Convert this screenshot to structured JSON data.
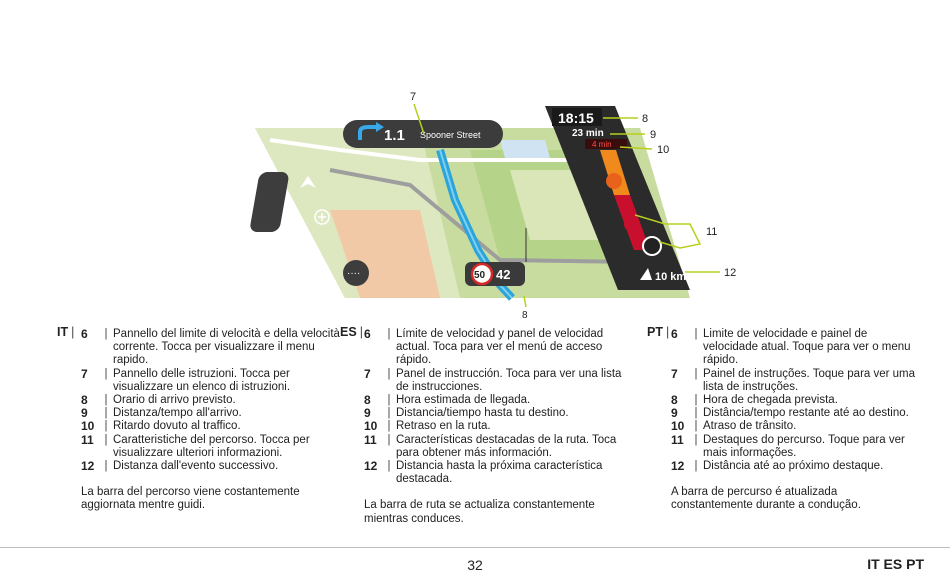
{
  "figure": {
    "instruction_distance": "1.1",
    "street_name": "Spooner Street",
    "eta": "18:15",
    "remaining": "23 min",
    "delay": "4 min",
    "speed_limit": "50",
    "current_speed": "42",
    "next_event_distance": "10 km",
    "callouts": [
      "7",
      "8",
      "9",
      "10",
      "11",
      "12",
      "8"
    ]
  },
  "columns": [
    {
      "lang": "IT",
      "items": [
        {
          "num": "6",
          "text": "Pannello del limite di velocità e della velocità corrente. Tocca per visualizzare il menu rapido."
        },
        {
          "num": "7",
          "text": "Pannello delle istruzioni. Tocca per visualizzare un elenco di istruzioni."
        },
        {
          "num": "8",
          "text": "Orario di arrivo previsto."
        },
        {
          "num": "9",
          "text": "Distanza/tempo all'arrivo."
        },
        {
          "num": "10",
          "text": "Ritardo dovuto al traffico."
        },
        {
          "num": "11",
          "text": "Caratteristiche del percorso. Tocca per visualizzare ulteriori informazioni."
        },
        {
          "num": "12",
          "text": "Distanza dall'evento successivo."
        }
      ],
      "note": "La barra del percorso viene costantemente aggiornata mentre guidi."
    },
    {
      "lang": "ES",
      "items": [
        {
          "num": "6",
          "text": "Límite de velocidad y panel de velocidad actual. Toca para ver el menú de acceso rápido."
        },
        {
          "num": "7",
          "text": "Panel de instrucción. Toca para ver una lista de instrucciones."
        },
        {
          "num": "8",
          "text": "Hora estimada de llegada."
        },
        {
          "num": "9",
          "text": "Distancia/tiempo hasta tu destino."
        },
        {
          "num": "10",
          "text": "Retraso en la ruta."
        },
        {
          "num": "11",
          "text": "Características destacadas de la ruta. Toca para obtener más información."
        },
        {
          "num": "12",
          "text": "Distancia hasta la próxima característica destacada."
        }
      ],
      "note": "La barra de ruta se actualiza constantemente mientras conduces."
    },
    {
      "lang": "PT",
      "items": [
        {
          "num": "6",
          "text": "Limite de velocidade e painel de velocidade atual. Toque para ver o menu rápido."
        },
        {
          "num": "7",
          "text": "Painel de instruções. Toque para ver uma lista de instruções."
        },
        {
          "num": "8",
          "text": "Hora de chegada prevista."
        },
        {
          "num": "9",
          "text": "Distância/tempo restante até ao destino."
        },
        {
          "num": "10",
          "text": "Atraso de trânsito."
        },
        {
          "num": "11",
          "text": "Destaques do percurso. Toque para ver mais informações."
        },
        {
          "num": "12",
          "text": "Distância até ao próximo destaque."
        }
      ],
      "note": "A barra de percurso é atualizada constantemente durante a condução."
    }
  ],
  "footer": {
    "page_number": "32",
    "languages": "IT ES PT"
  }
}
